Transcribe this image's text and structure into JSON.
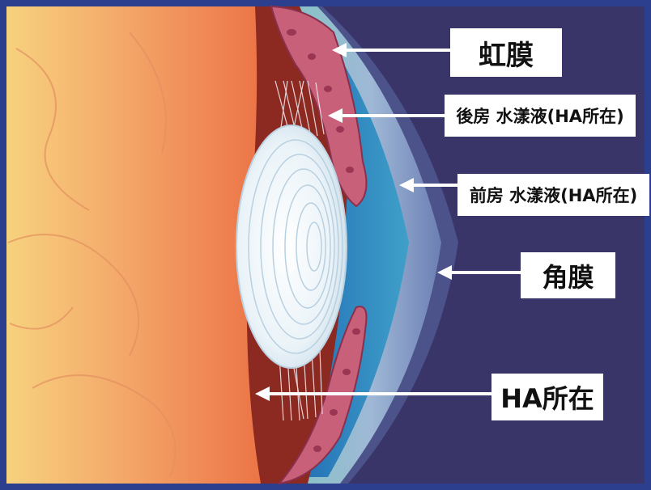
{
  "labels": {
    "iris": "虹膜",
    "posterior_chamber": "後房 水漾液(HA所在)",
    "anterior_chamber": "前房 水漾液(HA所在)",
    "cornea": "角膜",
    "ha_location": "HA所在"
  },
  "colors": {
    "background_navy": "#3a3568",
    "border_blue": "#2c3f8e",
    "vitreous_orange": "#f08a52",
    "iris_pink": "#c9607a",
    "lens_white": "#f2f7fb",
    "anterior_blue": "#1f6fb8",
    "cornea_teal": "#4fa39a"
  }
}
